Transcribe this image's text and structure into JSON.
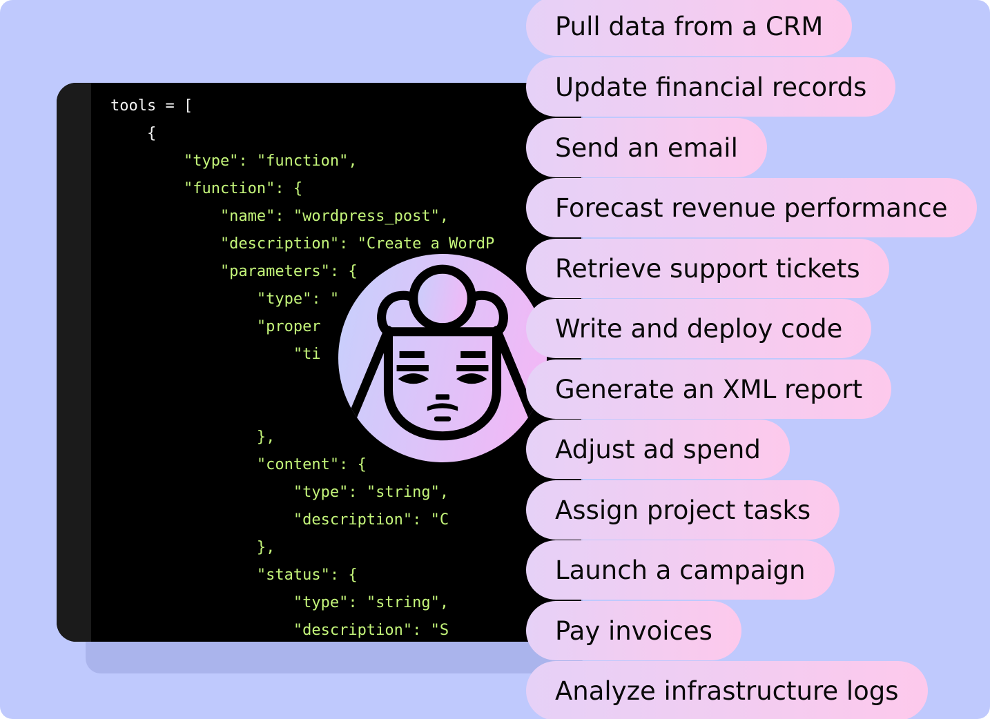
{
  "code": {
    "lines": [
      "tools = [",
      "    {",
      "        \"type\": \"function\",",
      "        \"function\": {",
      "            \"name\": \"wordpress_post\",",
      "            \"description\": \"Create a WordP",
      "            \"parameters\": {",
      "                \"type\": \"",
      "                \"proper",
      "                    \"ti",
      "",
      "",
      "                },",
      "                \"content\": {",
      "                    \"type\": \"string\",",
      "                    \"description\": \"C",
      "                },",
      "                \"status\": {",
      "                    \"type\": \"string\",",
      "                    \"description\": \"S"
    ]
  },
  "actions": [
    "Pull data from a CRM",
    "Update financial records",
    "Send an email",
    "Forecast revenue performance",
    "Retrieve support tickets",
    "Write and deploy code",
    "Generate an XML report",
    "Adjust ad spend",
    "Assign project tasks",
    "Launch a campaign",
    "Pay invoices",
    "Analyze infrastructure logs"
  ],
  "colors": {
    "background": "#bfc9fd",
    "code_background": "#000000",
    "code_string": "#c4f57a",
    "pill_start": "#e6d1f7",
    "pill_end": "#fdc9ec",
    "avatar_start": "#c8cffc",
    "avatar_end": "#f1b8f6"
  },
  "icons": {
    "avatar": "assistant-face-icon"
  }
}
